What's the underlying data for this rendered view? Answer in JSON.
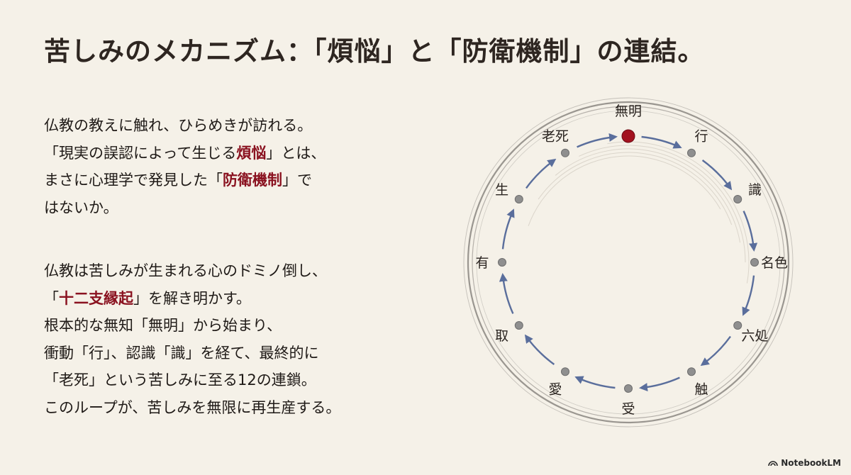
{
  "title": "苦しみのメカニズム：「煩悩」と「防衛機制」の連結。",
  "paragraph1": [
    [
      {
        "t": "仏教の教えに触れ、ひらめきが訪れる。"
      }
    ],
    [
      {
        "t": "「現実の誤認によって生じる"
      },
      {
        "t": "煩悩",
        "hl": true
      },
      {
        "t": "」とは、"
      }
    ],
    [
      {
        "t": "まさに心理学で発見した「"
      },
      {
        "t": "防衛機制",
        "hl": true
      },
      {
        "t": "」で"
      }
    ],
    [
      {
        "t": "はないか。"
      }
    ]
  ],
  "paragraph2": [
    [
      {
        "t": "仏教は苦しみが生まれる心のドミノ倒し、"
      }
    ],
    [
      {
        "t": "「"
      },
      {
        "t": "十二支縁起",
        "hl": true
      },
      {
        "t": "」を解き明かす。"
      }
    ],
    [
      {
        "t": "根本的な無知「無明」から始まり、"
      }
    ],
    [
      {
        "t": "衝動「行」、認識「識」を経て、最終的に"
      }
    ],
    [
      {
        "t": "「老死」という苦しみに至る12の連鎖。"
      }
    ],
    [
      {
        "t": "このループが、苦しみを無限に再生産する。"
      }
    ]
  ],
  "cycle": {
    "links": [
      "無明",
      "行",
      "識",
      "名色",
      "六処",
      "触",
      "受",
      "愛",
      "取",
      "有",
      "生",
      "老死"
    ],
    "start_color": "#a3121f",
    "node_color": "#8f8f8f",
    "arrow_color": "#5a6e9c",
    "ring_color": "#8a8680"
  },
  "footer": {
    "brand": "NotebookLM"
  }
}
